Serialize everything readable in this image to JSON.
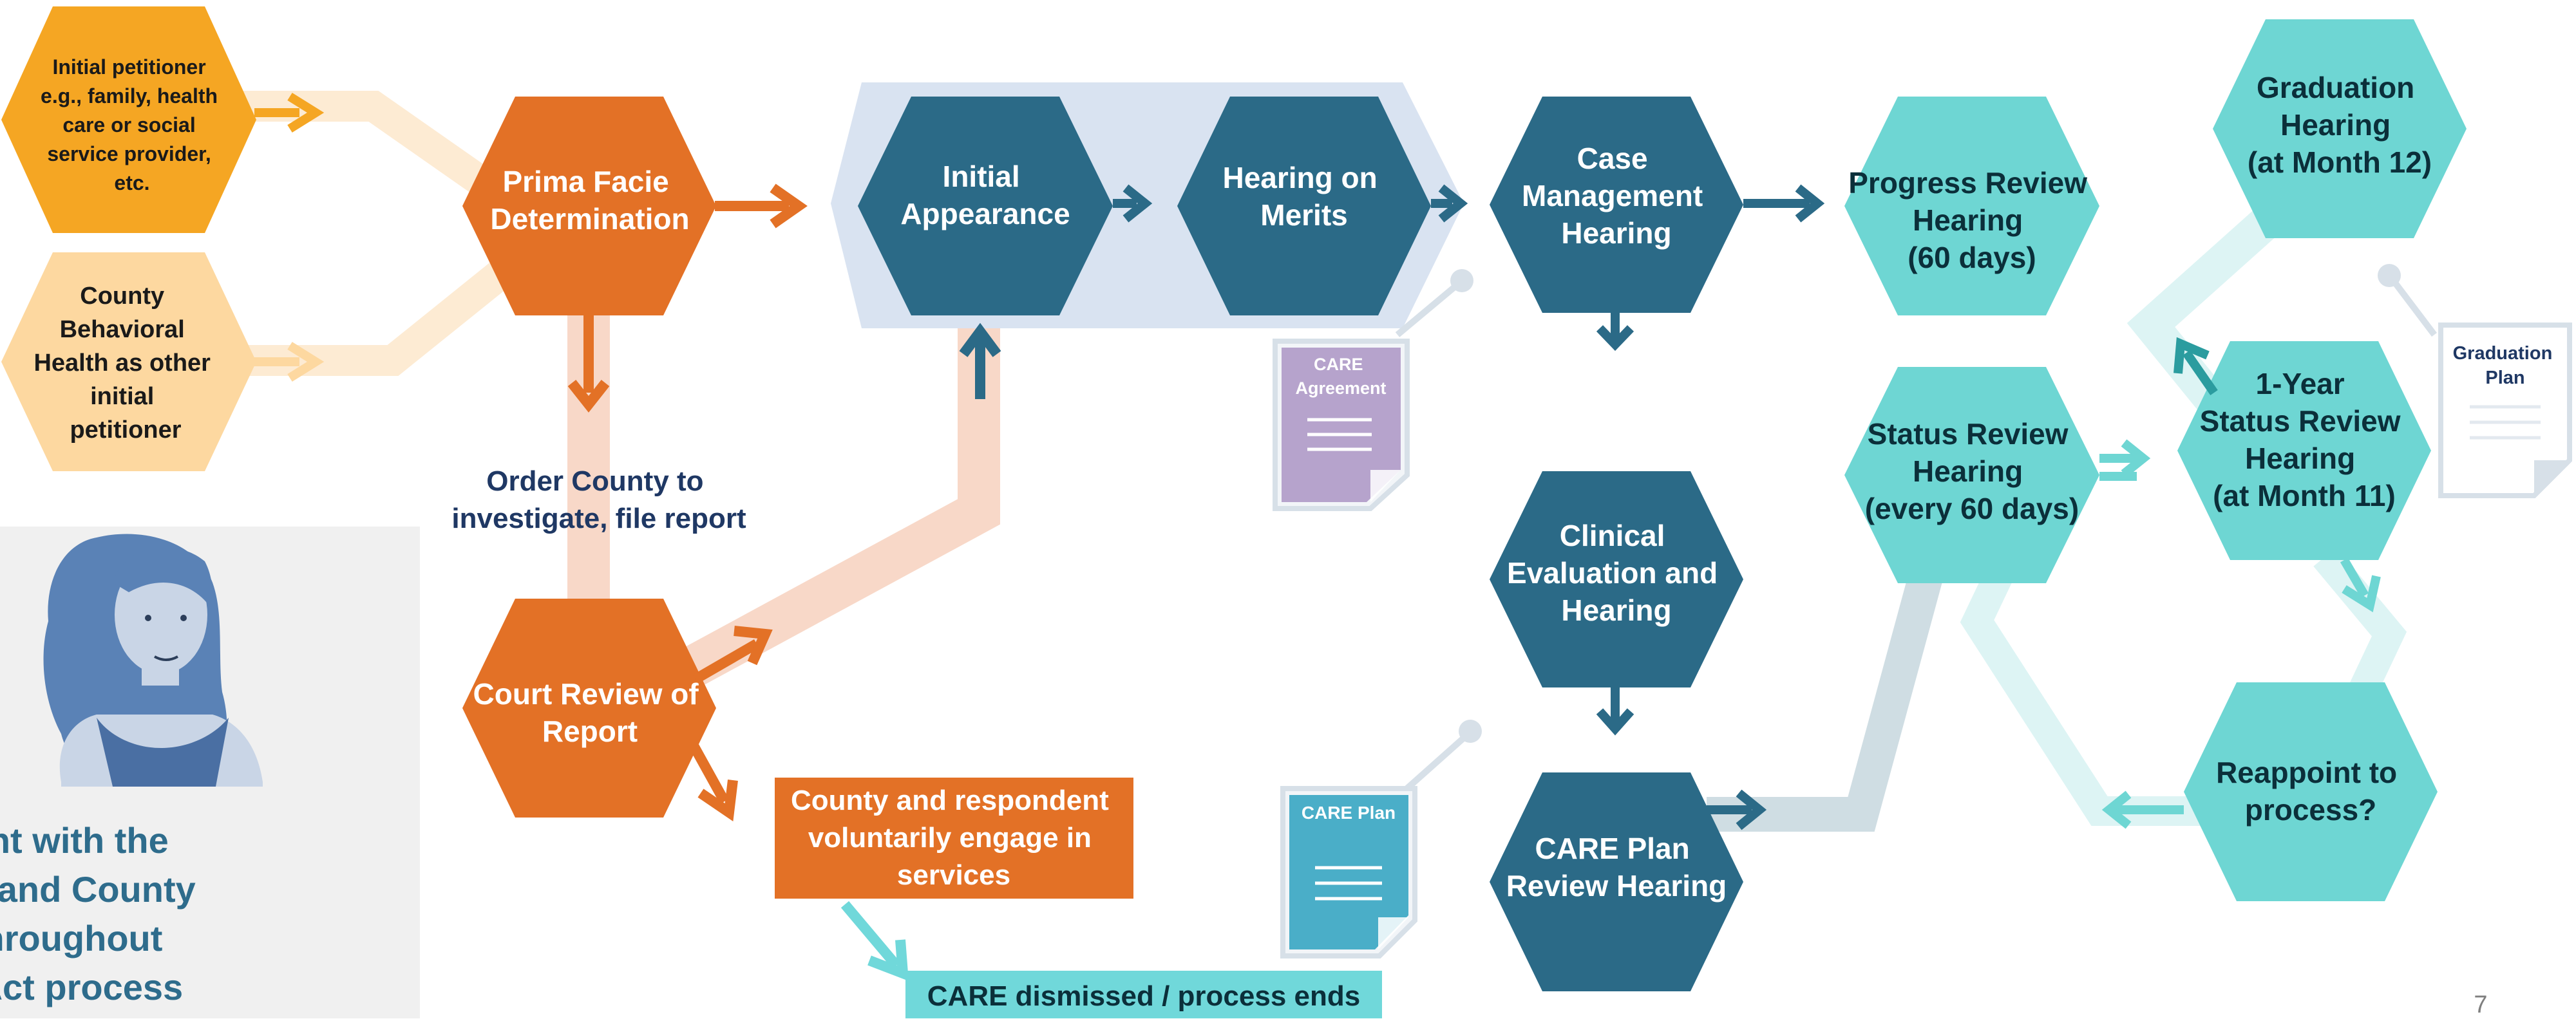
{
  "nodes": {
    "initial_petitioner": {
      "lines": [
        "Initial petitioner",
        "e.g., family, health",
        "care or social",
        "service provider,",
        "etc."
      ]
    },
    "county_behavioral": {
      "lines": [
        "County",
        "Behavioral",
        "Health as other",
        "initial",
        "petitioner"
      ]
    },
    "prima_facie": {
      "lines": [
        "Prima Facie",
        "Determination"
      ]
    },
    "court_review": {
      "lines": [
        "Court Review of",
        "Report"
      ]
    },
    "initial_appearance": {
      "lines": [
        "Initial",
        "Appearance"
      ]
    },
    "hearing_merits": {
      "lines": [
        "Hearing on",
        "Merits"
      ]
    },
    "case_management": {
      "lines": [
        "Case",
        "Management",
        "Hearing"
      ]
    },
    "clinical_eval": {
      "lines": [
        "Clinical",
        "Evaluation and",
        "Hearing"
      ]
    },
    "care_plan_review": {
      "lines": [
        "CARE Plan",
        "Review Hearing"
      ]
    },
    "progress_review": {
      "lines": [
        "Progress Review",
        "Hearing",
        "(60 days)"
      ]
    },
    "status_review": {
      "lines": [
        "Status Review",
        "Hearing",
        "(every 60 days)"
      ]
    },
    "graduation": {
      "lines": [
        "Graduation",
        "Hearing",
        "(at Month 12)"
      ]
    },
    "one_year_review": {
      "lines": [
        "1-Year",
        "Status Review",
        "Hearing",
        "(at Month 11)"
      ]
    },
    "reappoint": {
      "lines": [
        "Reappoint to",
        "process?"
      ]
    }
  },
  "labels": {
    "order_county": [
      "Order County to",
      "investigate, file report"
    ],
    "voluntary": [
      "County and respondent",
      "voluntarily engage in",
      "services"
    ],
    "dismissed": "CARE dismissed / process ends",
    "engagement": [
      "Engagement with the",
      "Respondent and County",
      "happens throughout",
      "the CARE Act process"
    ]
  },
  "documents": {
    "care_agreement": [
      "CARE",
      "Agreement"
    ],
    "care_plan": [
      "CARE Plan"
    ],
    "graduation_plan": [
      "Graduation",
      "Plan"
    ]
  },
  "page_number": "7",
  "colors": {
    "orange": "#E37126",
    "amber": "#F5A623",
    "peach": "#FDD8A0",
    "navy": "#2B6A87",
    "teal": "#6ED6D3",
    "teal_text": "#0B2F3A",
    "container": "#D9E3F1",
    "dismissed_bar": "#70D8DA",
    "dark_blue_text": "#1F3864",
    "heading_blue": "#2E6C8C",
    "care_agreement": "#B6A3CC",
    "care_plan": "#4AAEC8"
  }
}
